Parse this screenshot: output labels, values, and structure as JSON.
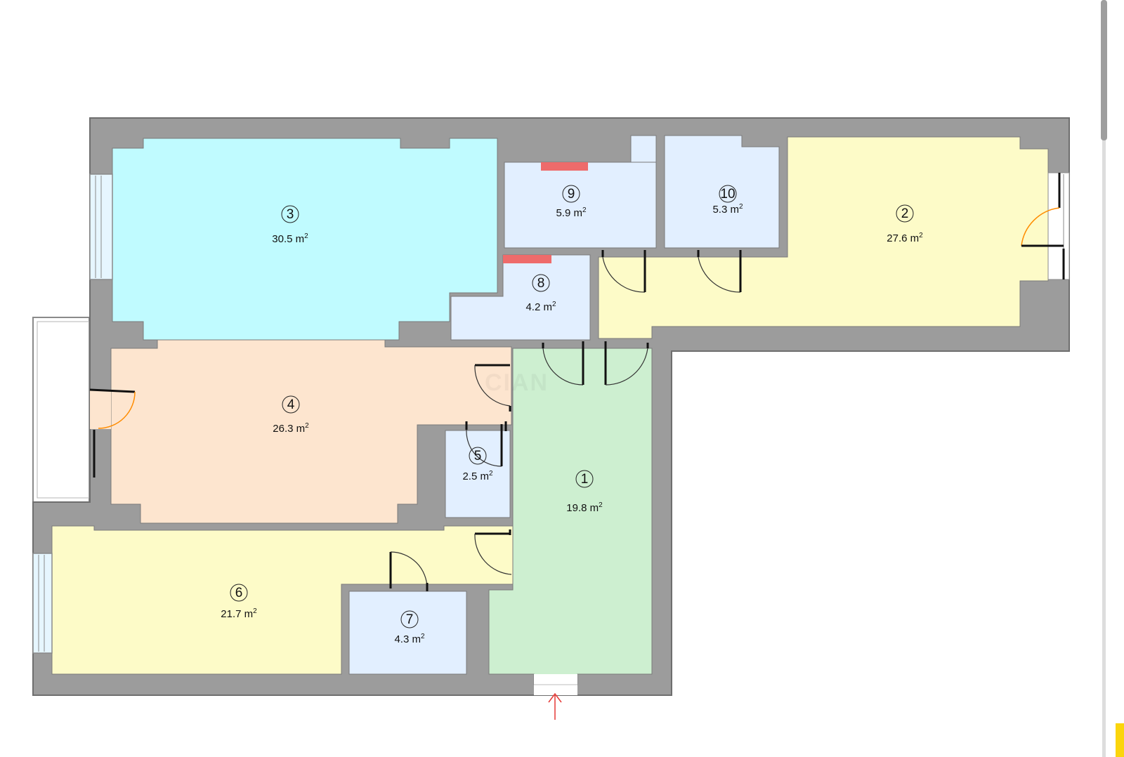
{
  "watermark": "CIAN",
  "colors": {
    "wall": "#9c9c9c",
    "wall_stroke": "#6e6e6e",
    "hall": "#cdefd0",
    "living_blue": "#c0fbff",
    "living_orange": "#fde5cf",
    "living_yellow": "#fdfbc8",
    "service_blue": "#e2efff",
    "radiator": "#ee6b6b",
    "entrance_arrow": "#e53935",
    "door_arc_orange": "#ff8c00",
    "scroll_accent": "#fbd50c"
  },
  "rooms": [
    {
      "id": "1",
      "number": "1",
      "area": "19.8 m",
      "unit_sup": "2"
    },
    {
      "id": "2",
      "number": "2",
      "area": "27.6 m",
      "unit_sup": "2"
    },
    {
      "id": "3",
      "number": "3",
      "area": "30.5 m",
      "unit_sup": "2"
    },
    {
      "id": "4",
      "number": "4",
      "area": "26.3 m",
      "unit_sup": "2"
    },
    {
      "id": "5",
      "number": "5",
      "area": "2.5 m",
      "unit_sup": "2"
    },
    {
      "id": "6",
      "number": "6",
      "area": "21.7 m",
      "unit_sup": "2"
    },
    {
      "id": "7",
      "number": "7",
      "area": "4.3 m",
      "unit_sup": "2"
    },
    {
      "id": "8",
      "number": "8",
      "area": "4.2 m",
      "unit_sup": "2"
    },
    {
      "id": "9",
      "number": "9",
      "area": "5.9 m",
      "unit_sup": "2"
    },
    {
      "id": "10",
      "number": "10",
      "area": "5.3 m",
      "unit_sup": "2"
    }
  ]
}
